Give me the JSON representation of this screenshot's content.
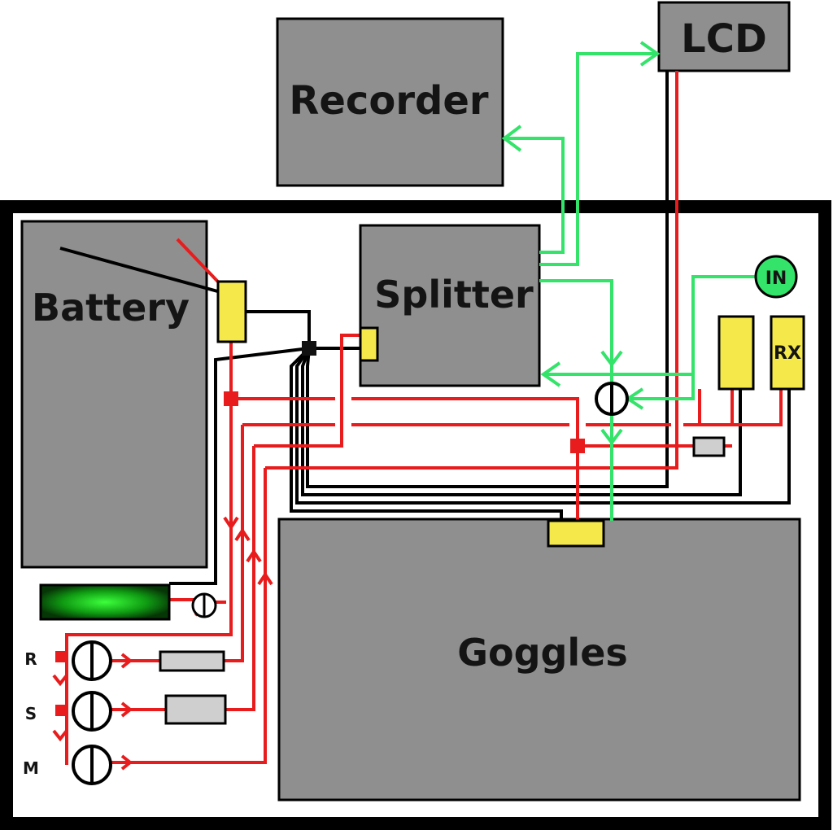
{
  "colors": {
    "block_fill": "#8f8f8f",
    "outline": "#000000",
    "power_wire": "#e81c1c",
    "video_wire": "#33e36a",
    "ground_wire": "#000000",
    "connector": "#f5e84a",
    "resistor": "#cfcfcf",
    "led": "#1fe02a",
    "in_badge": "#33e36a"
  },
  "labels": {
    "recorder": "Recorder",
    "lcd": "LCD",
    "battery": "Battery",
    "splitter": "Splitter",
    "goggles": "Goggles",
    "in_badge": "IN",
    "rx": "RX",
    "switch_r": "R",
    "switch_s": "S",
    "switch_m": "M"
  }
}
